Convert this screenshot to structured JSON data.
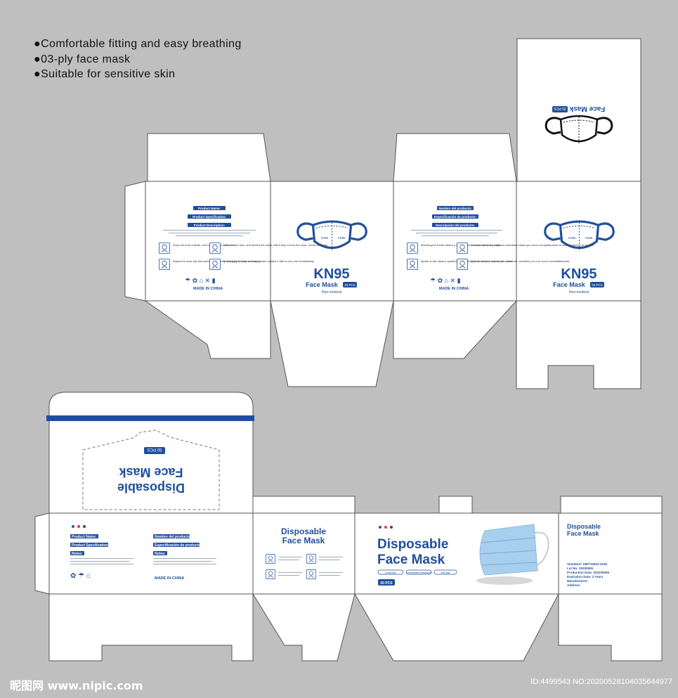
{
  "features": [
    "Comfortable fitting and easy breathing",
    "03-ply face mask",
    "Suitable for sensitive skin"
  ],
  "kn95": {
    "brand": "KN95",
    "sub": "Face Mask",
    "badge": "25 PCS",
    "note": "Non-medical",
    "made_in": "MADE IN CHINA",
    "en": {
      "name_h": "Product Name:",
      "spec_h": "Product Specification:",
      "desc_h": "Product Description:",
      "step1": "Keep the front outside, and hang straps over ears.",
      "step2": "Close to the face, and stretch the mask until it fully covers the nose, mouth and chin.",
      "step3": "Adjust the nose clip and press it, and keep it closely to nose and faces.",
      "step4": "If damaged,smelly or damp,please replace it with a new one immediately."
    },
    "es": {
      "name_h": "Nombre del producto:",
      "spec_h": "Especificación de producto:",
      "desc_h": "Descripción del producto:",
      "step1": "Mantenga el frente afuera y cuelgue las correas sobre las orejas.",
      "step2": "Acerca a la cara y estira la mascarilla hasta que cubra completamente la nariz, la boca y el mentón.",
      "step3": "Ajuste el clip nasal y apriételo, y manténgalo cerca de la nariz y las caras.",
      "step4": "Si está dañado, maloliente o húmedo, cámbielo por uno nuevo inmediatamente."
    }
  },
  "disposable": {
    "title1": "Disposable",
    "title2": "Face Mask",
    "badge": "50 PCS",
    "made_in": "MADE IN CHINA",
    "en_name_h": "Product Name:",
    "en_spec_h": "Product Specification:",
    "en_notes_h": "Notes:",
    "es_name_h": "Nombre del producto:",
    "es_spec_h": "Especificación de producto:",
    "es_notes_h": "Notes:",
    "tags": [
      "protective",
      "comfortable breathable",
      "soft fluid"
    ],
    "info": [
      "Standard: GB/T32610-2016",
      "Lot No: 20200506",
      "Production Date: 2020/05/06",
      "Expiration Date: 2 Years",
      "Manufacturer:",
      "Address:"
    ]
  },
  "footer": {
    "site": "昵图网 www.nipic.com",
    "id": "ID:4499543 NO:20200528104035644977"
  },
  "colors": {
    "brand_blue": "#1f4f9a",
    "dieline": "#555555",
    "panel": "#ffffff",
    "background": "#bfbfbf",
    "mask_blue": "#a8d0ee",
    "dot_colors": [
      "#3c4fa0",
      "#d23c6e",
      "#5a2d82"
    ]
  }
}
